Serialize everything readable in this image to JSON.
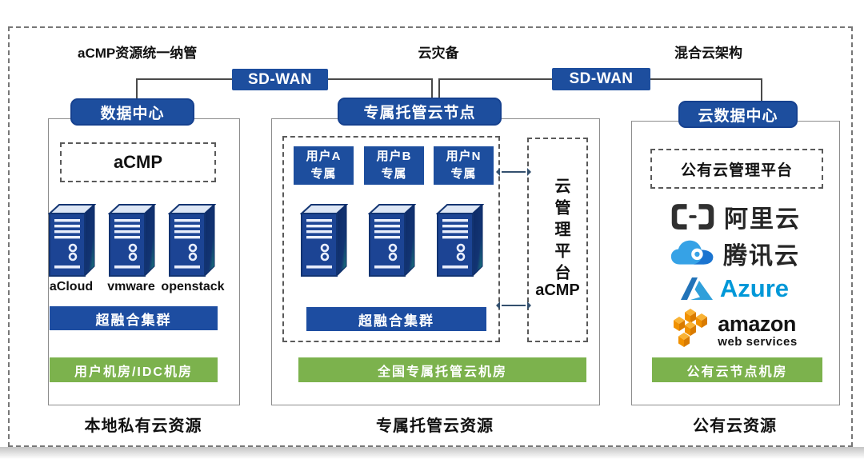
{
  "colors": {
    "primary_blue": "#1d4e9e",
    "bar_blue": "#1d4da1",
    "green": "#7cb24d",
    "connector_gray": "#4a4a4a",
    "arrow_navy": "#33506e",
    "azure_blue": "#0098d8",
    "aws_orange": "#f19100",
    "tencent_blue": "#36a2e6",
    "alibaba_dark": "#303030"
  },
  "icons": {
    "server": "server-tower-icon",
    "alibaba": "alibaba-cloud-brackets-icon",
    "tencent": "tencent-cloud-icon",
    "azure": "azure-triangle-icon",
    "aws": "aws-cubes-icon"
  },
  "top_labels": {
    "left": "aCMP资源统一纳管",
    "center": "云灾备",
    "right": "混合云架构"
  },
  "sdwan_label": "SD-WAN",
  "private_cloud": {
    "header": "数据中心",
    "acmp_label": "aCMP",
    "server_labels": [
      "aCloud",
      "vmware",
      "openstack"
    ],
    "cluster_label": "超融合集群",
    "room_label": "用户机房/IDC机房",
    "footer": "本地私有云资源"
  },
  "hosted_cloud": {
    "header": "专属托管云节点",
    "tenants": [
      {
        "line1": "用户A",
        "line2": "专属"
      },
      {
        "line1": "用户B",
        "line2": "专属"
      },
      {
        "line1": "用户N",
        "line2": "专属"
      }
    ],
    "cluster_label": "超融合集群",
    "room_label": "全国专属托管云机房",
    "footer": "专属托管云资源",
    "cmp_vertical_label": "云管理平台",
    "cmp_sub_label": "aCMP"
  },
  "public_cloud": {
    "header": "云数据中心",
    "platform_label": "公有云管理平台",
    "providers": {
      "alibaba": "阿里云",
      "tencent": "腾讯云",
      "azure": "Azure",
      "aws_line1": "amazon",
      "aws_line2": "web services"
    },
    "room_label": "公有云节点机房",
    "footer": "公有云资源"
  }
}
